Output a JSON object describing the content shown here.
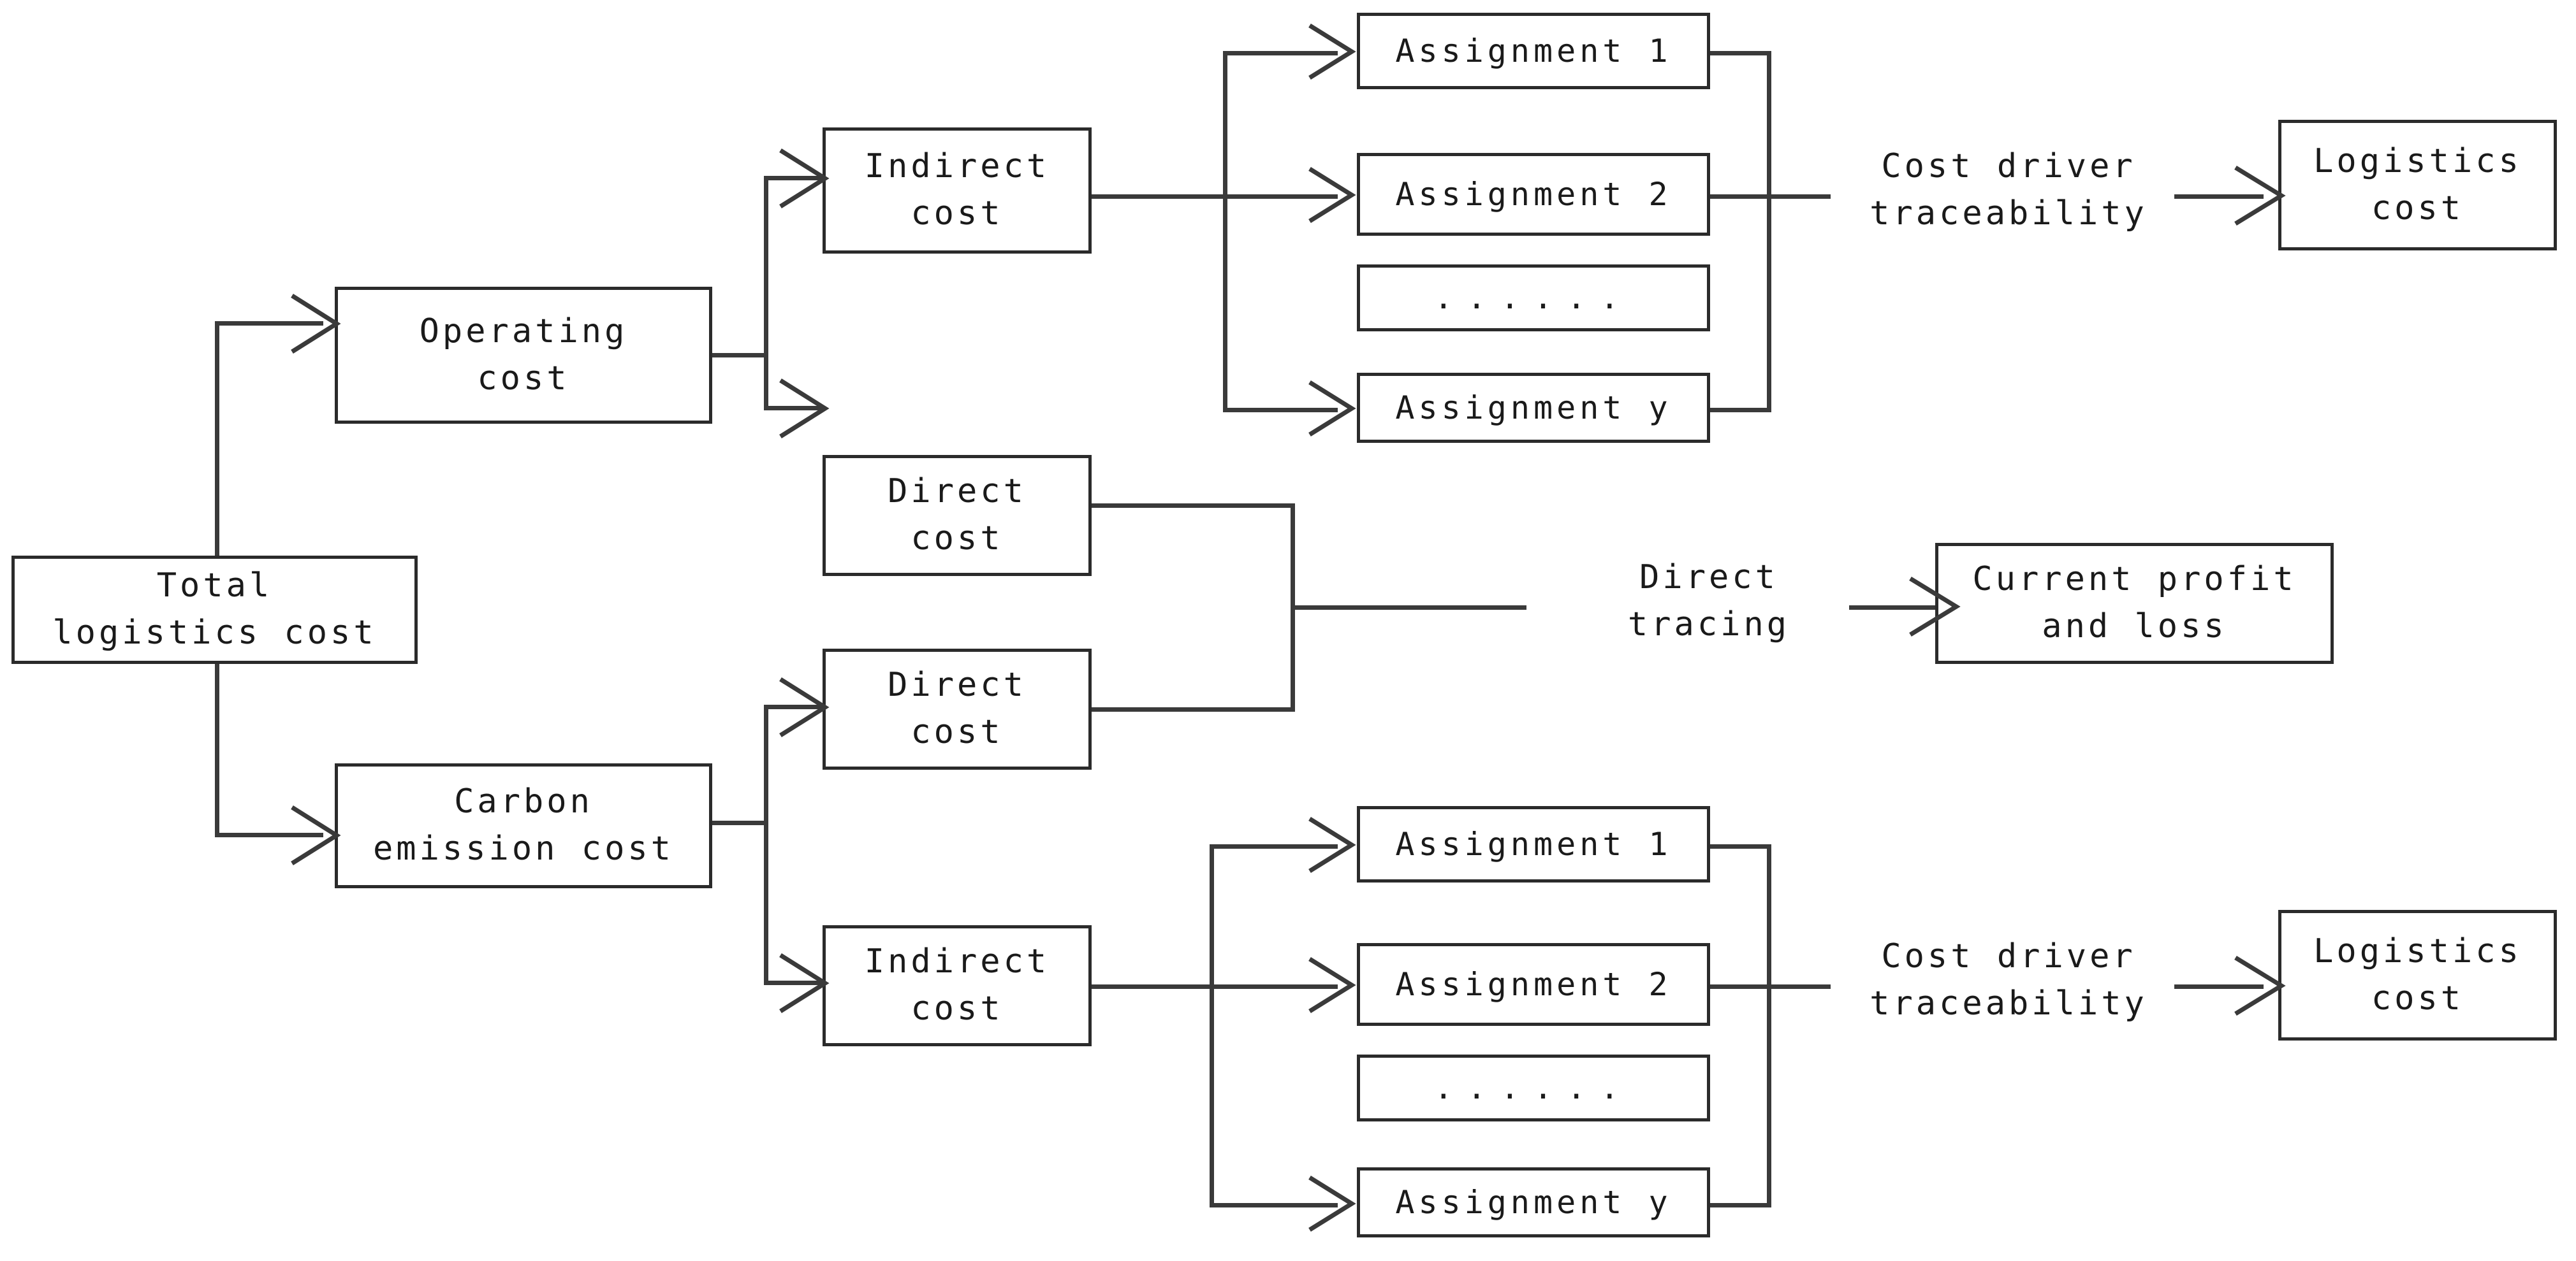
{
  "diagram": {
    "title": "Logistics cost and carbon emission cost allocation flowchart",
    "type": "flowchart",
    "orientation": "left-to-right",
    "colors": {
      "stroke": "#3a3a3a",
      "box_border": "#2b2b2b",
      "text": "#1a1a1a",
      "background": "#ffffff"
    }
  },
  "nodes": {
    "root": {
      "label": "Total\nlogistics cost"
    },
    "operating_cost": {
      "label": "Operating\ncost"
    },
    "carbon_emission_cost": {
      "label": "Carbon\nemission cost"
    },
    "operating_indirect_cost": {
      "label": "Indirect\ncost"
    },
    "operating_direct_cost": {
      "label": "Direct\ncost"
    },
    "carbon_direct_cost": {
      "label": "Direct\ncost"
    },
    "carbon_indirect_cost": {
      "label": "Indirect\ncost"
    },
    "logistics_cost_top": {
      "label": "Logistics\ncost"
    },
    "current_profit_and_loss": {
      "label": "Current profit\nand loss"
    },
    "logistics_cost_bottom": {
      "label": "Logistics\ncost"
    }
  },
  "assignments_top": [
    {
      "label": "Assignment 1"
    },
    {
      "label": "Assignment 2"
    },
    {
      "label": "......"
    },
    {
      "label": "Assignment y"
    }
  ],
  "assignments_bottom": [
    {
      "label": "Assignment 1"
    },
    {
      "label": "Assignment 2"
    },
    {
      "label": "......"
    },
    {
      "label": "Assignment y"
    }
  ],
  "edge_labels": {
    "cost_driver_traceability_top": "Cost driver\ntraceability",
    "direct_tracing": "Direct\ntracing",
    "cost_driver_traceability_bottom": "Cost driver\ntraceability"
  },
  "flows": [
    {
      "from": "Total logistics cost",
      "to": "Operating cost"
    },
    {
      "from": "Total logistics cost",
      "to": "Carbon emission cost"
    },
    {
      "from": "Operating cost",
      "to": "Indirect cost"
    },
    {
      "from": "Operating cost",
      "to": "Direct cost"
    },
    {
      "from": "Carbon emission cost",
      "to": "Direct cost"
    },
    {
      "from": "Carbon emission cost",
      "to": "Indirect cost"
    },
    {
      "from": "Indirect cost",
      "to": "Assignment 1 / Assignment 2 / ...... / Assignment y"
    },
    {
      "from": "Assignments",
      "via": "Cost driver traceability",
      "to": "Logistics cost"
    },
    {
      "from": "Direct cost + Direct cost",
      "via": "Direct tracing",
      "to": "Current profit and loss"
    }
  ]
}
